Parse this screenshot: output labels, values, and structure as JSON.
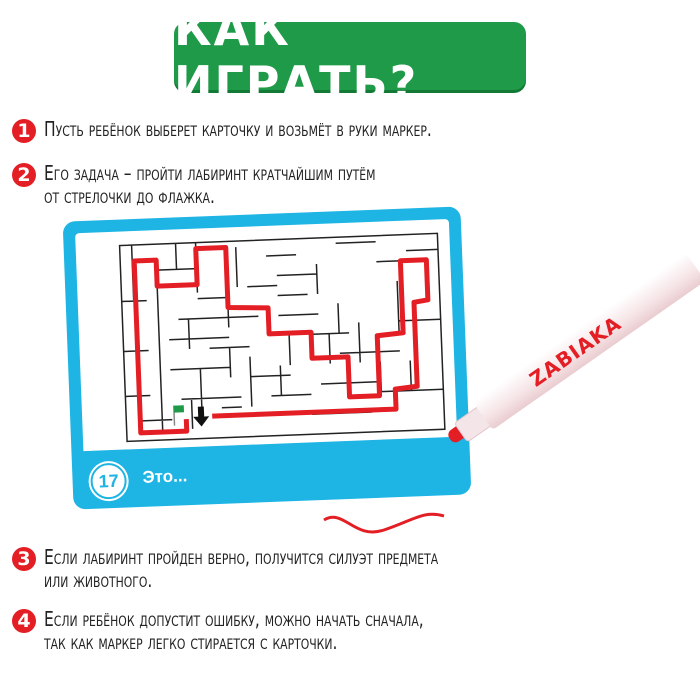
{
  "title": "Как играть?",
  "steps": [
    {
      "number": "1",
      "text": "Пусть ребёнок выберет карточку и возьмёт в руки маркер."
    },
    {
      "number": "2",
      "text": "Его задача – пройти лабиринт кратчайшим путём\nот стрелочки до флажка."
    },
    {
      "number": "3",
      "text": "Если лабиринт пройден верно, получится силуэт предмета\nили животного."
    },
    {
      "number": "4",
      "text": "Если ребёнок допустит ошибку, можно начать сначала,\nтак как маркер легко стирается с карточки."
    }
  ],
  "card": {
    "number": "17",
    "caption": "Это..."
  },
  "marker": {
    "brand": "ZABIAKA"
  },
  "colors": {
    "banner": "#1e9a48",
    "accent_red": "#e31e24",
    "card_blue": "#1eb4e3"
  }
}
